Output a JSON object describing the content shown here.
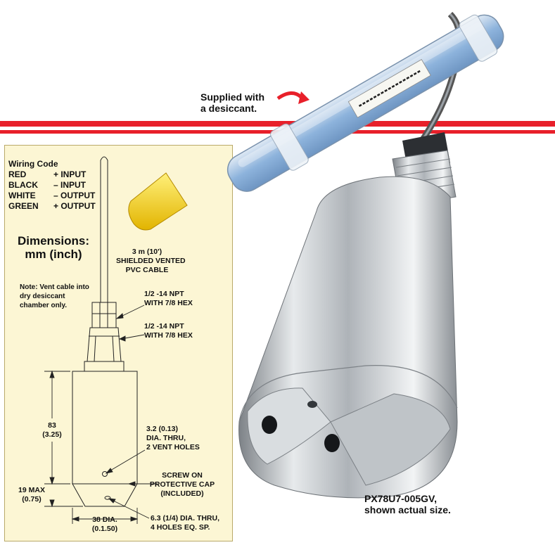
{
  "wiring": {
    "title": "Wiring Code",
    "rows": [
      {
        "color": "RED",
        "signal": "+ INPUT"
      },
      {
        "color": "BLACK",
        "signal": "– INPUT"
      },
      {
        "color": "WHITE",
        "signal": "– OUTPUT"
      },
      {
        "color": "GREEN",
        "signal": "+ OUTPUT"
      }
    ]
  },
  "dimensions": {
    "line1": "Dimensions:",
    "line2": "mm (inch)"
  },
  "note": {
    "line1": "Note: Vent cable into",
    "line2": "dry desiccant",
    "line3": "chamber only."
  },
  "labels": {
    "cable": [
      "3 m (10')",
      "SHIELDED VENTED",
      "PVC CABLE"
    ],
    "npt1": [
      "1/2 -14 NPT",
      "WITH 7/8 HEX"
    ],
    "npt2": [
      "1/2 -14 NPT",
      "WITH 7/8 HEX"
    ],
    "vent": [
      "3.2 (0.13)",
      "DIA. THRU,",
      "2 VENT HOLES"
    ],
    "cap": [
      "SCREW ON",
      "PROTECTIVE CAP",
      "(INCLUDED)"
    ],
    "holes": [
      "6.3 (1/4) DIA. THRU,",
      "4 HOLES EQ. SP."
    ],
    "length": [
      "83",
      "(3.25)"
    ],
    "capmax": [
      "19 MAX",
      "(0.75)"
    ],
    "diameter": [
      "38 DIA.",
      "(0.1.50)"
    ]
  },
  "callout_desiccant": [
    "Supplied with",
    "a desiccant."
  ],
  "callout_model": [
    "PX78U7-005GV,",
    "shown actual size."
  ],
  "colors": {
    "accent_red": "#e8202a",
    "panel": "#fcf6d4",
    "desiccant": "#9fbfe0",
    "cap": "#f5d22a",
    "steel": "#c8ccd0"
  }
}
